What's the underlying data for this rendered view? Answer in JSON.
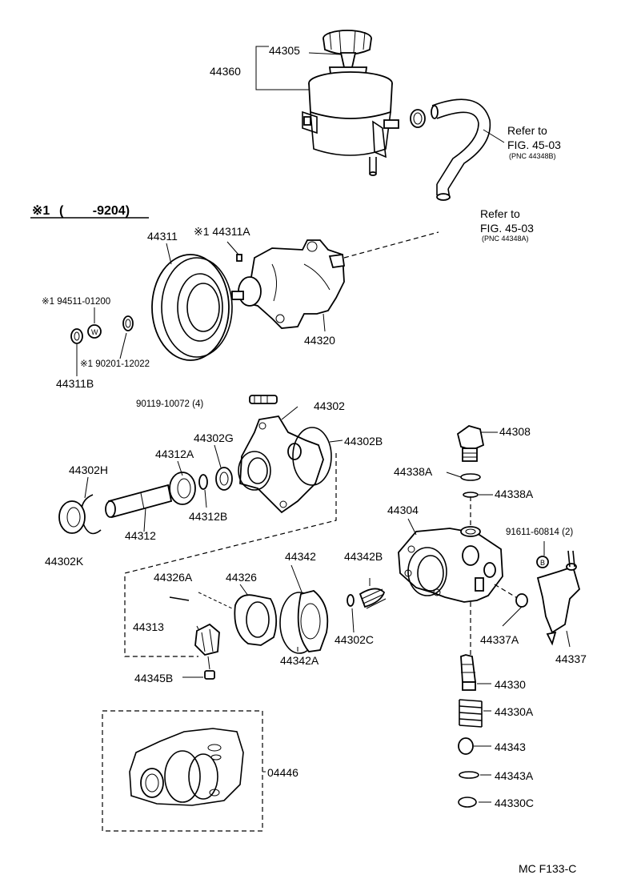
{
  "variant_marker": "※1",
  "variant_range": "(   -9204)",
  "refer_to_1": {
    "line1": "Refer to",
    "line2": "FIG. 45-03",
    "line3": "(PNC 44348B)"
  },
  "refer_to_2": {
    "line1": "Refer to",
    "line2": "FIG. 45-03",
    "line3": "(PNC 44348A)"
  },
  "parts": {
    "p44305": "44305",
    "p44360": "44360",
    "p44311": "44311",
    "p44311A": "※1 44311A",
    "p94511": "※1 94511-01200",
    "p90201": "※1 90201-12022",
    "p44311B": "44311B",
    "p44320": "44320",
    "p90119": "90119-10072 (4)",
    "p44302": "44302",
    "p44302B": "44302B",
    "p44302G": "44302G",
    "p44312A": "44312A",
    "p44302H": "44302H",
    "p44312B": "44312B",
    "p44312": "44312",
    "p44302K": "44302K",
    "p44308": "44308",
    "p44338A_1": "44338A",
    "p44338A_2": "44338A",
    "p44304": "44304",
    "p91611": "91611-60814 (2)",
    "p44342": "44342",
    "p44342B": "44342B",
    "p44326A": "44326A",
    "p44326": "44326",
    "p44313": "44313",
    "p44302C": "44302C",
    "p44342A": "44342A",
    "p44337A": "44337A",
    "p44337": "44337",
    "p44345B": "44345B",
    "p44330": "44330",
    "p44330A": "44330A",
    "p44343": "44343",
    "p44343A": "44343A",
    "p44330C": "44330C",
    "p04446": "04446"
  },
  "marker_w": "W",
  "marker_b": "B",
  "figure_code": "MC  F133-C"
}
